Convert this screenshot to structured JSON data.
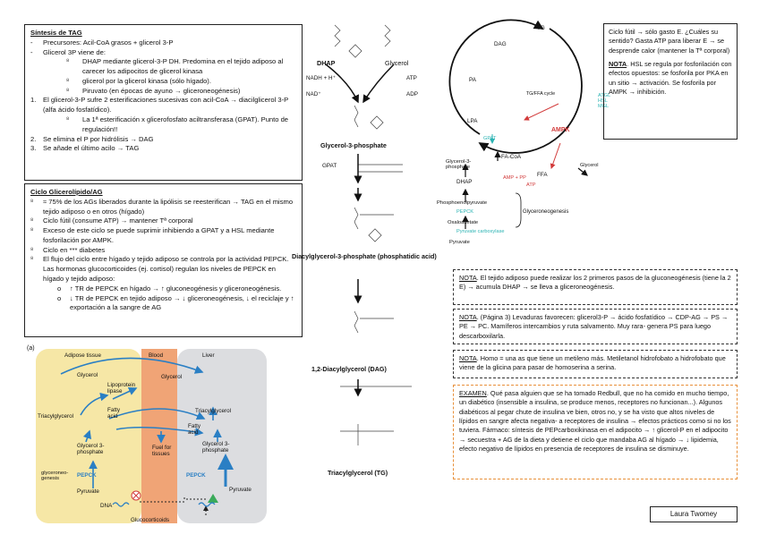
{
  "tag_box": {
    "title": "Síntesis de TAG",
    "l1": "Precursores: Acil-CoA grasos + glicerol 3-P",
    "l2": "Glicerol 3P viene de:",
    "l3": "DHAP mediante glicerol-3-P DH. Predomina en el tejido adiposo al carecer los adipocitos de glicerol kinasa",
    "l4": "glicerol por la glicerol kinasa (sólo hígado).",
    "l5": "Piruvato (en épocas de ayuno → gliceroneogénesis)",
    "n1": "El glicerol-3-P sufre 2 esterificaciones sucesivas con acil-CoA → diacilglicerol 3-P (alfa ácido fosfatídico).",
    "n1b": "La 1ª esterificación x glicerofosfato aciltransferasa (GPAT). Punto de regulación!!",
    "n2": "Se elimina el P por hidrólisis → DAG",
    "n3": "Se añade el último acilo → TAG"
  },
  "cycle_box": {
    "title": "Ciclo Glicerolípido/AG",
    "b1": "≈ 75% de los AGs liberados durante la lipólisis se reesterifican → TAG en el mismo tejido adiposo o en otros (hígado)",
    "b2": "Ciclo fútil (consume ATP) → mantener Tª corporal",
    "b3": "Exceso de este ciclo se puede suprimir inhibiendo a GPAT y a HSL mediante fosforilación por AMPK.",
    "b4": "Ciclo en *** diabetes",
    "b5": "El flujo del ciclo entre hígado y tejido adiposo se controla por la actividad PEPCK. Las hormonas glucocorticoides (ej. cortisol) regulan los niveles de PEPCK en hígado y tejido adiposo:",
    "c1": "↑ TR de PEPCK en hígado → ↑ gluconeogénesis y gliceroneogénesis.",
    "c2": "↓ TR de PEPCK en tejido adiposo → ↓ gliceroneogénesis, ↓ el reciclaje y ↑ exportación a la sangre de AG"
  },
  "figure_a": {
    "label": "(a)",
    "adipose": "Adipose tissue",
    "blood": "Blood",
    "liver": "Liver",
    "glycerol_l": "Glycerol",
    "lipoprotein": "Lipoprotein lipase",
    "glycerol_b": "Glycerol",
    "tag_l": "Triacylglycerol",
    "fa_l": "Fatty acid",
    "tag_r": "Triacylglycerol",
    "fa_r": "Fatty acid",
    "g3p_l": "Glycerol 3-phosphate",
    "fuel": "Fuel for tissues",
    "g3p_r": "Glycerol 3-phosphate",
    "glyceroneo": "glyceroneo-genesis",
    "pepck_l": "PEPCK",
    "pepck_r": "PEPCK",
    "pyr_l": "Pyruvate",
    "pyr_r": "Pyruvate",
    "dna": "DNA",
    "gluco": "Glucocorticoids"
  },
  "pathway": {
    "dhap": "DHAP",
    "glycerol": "Glycerol",
    "nadh": "NADH + H⁺",
    "nad": "NAD⁺",
    "atp": "ATP",
    "adp": "ADP",
    "g3p": "Glycerol-3-phosphate",
    "gpat": "GPAT",
    "pa": "Diacylglycerol-3-phosphate (phosphatidic acid)",
    "dag": "1,2-Diacylglycerol (DAG)",
    "tg": "Triacylglycerol (TG)"
  },
  "cycle_diagram": {
    "tg": "TG",
    "dag": "DAG",
    "pa": "PA",
    "lpa": "LPA",
    "g3p": "Glycerol-3-phosphate",
    "center": "TG/FFA cycle",
    "hsl": "ATGL HSL MGL",
    "ampk": "AMPK",
    "facoa": "FA-CoA",
    "ffa": "FFA",
    "gpat": "GPAT",
    "amp": "AMP + PP",
    "atp": "ATP",
    "glycerol": "Glycerol",
    "dhap": "DHAP",
    "pep": "Phosphoenolpyruvate",
    "pepck": "PEPCK",
    "oaa": "Oxaloacetate",
    "pc": "Pyruvate carboxylase",
    "pyr": "Pyruvate",
    "gng": "Glyceroneogenesis"
  },
  "nota1": {
    "key": "NOTA",
    "text": ". El tejido adiposo puede realizar los 2 primeros pasos de la gluconeogénesis (tiene la 2 E) → acumula DHAP → se lleva a gliceroneogénesis."
  },
  "nota2": {
    "key": "NOTA",
    "text": ". (Página 3) Levaduras favorecen: glicerol3-P → ácido fosfatídico → CDP-AG → PS → PE → PC. Mamíferos intercambios y ruta salvamento. Muy rara- genera PS para luego descarboxilarla."
  },
  "nota3": {
    "key": "NOTA",
    "text": ". Homo = una as que tiene un metileno más. Metiletanol hidrofobato a hidrofobato que viene de la glicina para pasar de homoserina a serina."
  },
  "examen": {
    "key": "EXAMEN",
    "text": ". Qué pasa alguien que se ha tomado Redbull, que no ha comido en mucho tiempo, un diabético (insensible a insulina, se produce menos, receptores no funcionan...). Algunos diabéticos al pegar chute de insulina ve bien, otros no, y se ha visto que altos niveles de lípidos en sangre afecta negativa- a receptores de insulina → efectos prácticos como si no los tuviera. Fármaco: síntesis de PEPcarboxikinasa en el adipocito → ↑ glicerol-P en el adipocito → secuestra + AG de la dieta y detiene el ciclo que mandaba AG al hígado → ↓ lipidemia, efecto negativo de lípidos en presencia de receptores de insulina se disminuye."
  },
  "futil": {
    "t1": "Ciclo fútil → sólo gasto E. ¿Cuáles su sentido? Gasta ATP para liberar E → se desprende calor (mantener la Tª corporal)",
    "key": "NOTA",
    "t2": ". HSL se regula por fosforilación con efectos opuestos: se fosforila por PKA en un sitio → activación. Se fosforila por AMPK → inhibición."
  },
  "author": "Laura Twomey",
  "markers": {
    "dash": "-",
    "bullet": "⁸",
    "circle": "o",
    "n1": "1.",
    "n2": "2.",
    "n3": "3."
  },
  "colors": {
    "blue": "#2a7fc4",
    "red": "#d23b3b",
    "orange_box": "#e8903a",
    "teal": "#2bb3b3"
  }
}
